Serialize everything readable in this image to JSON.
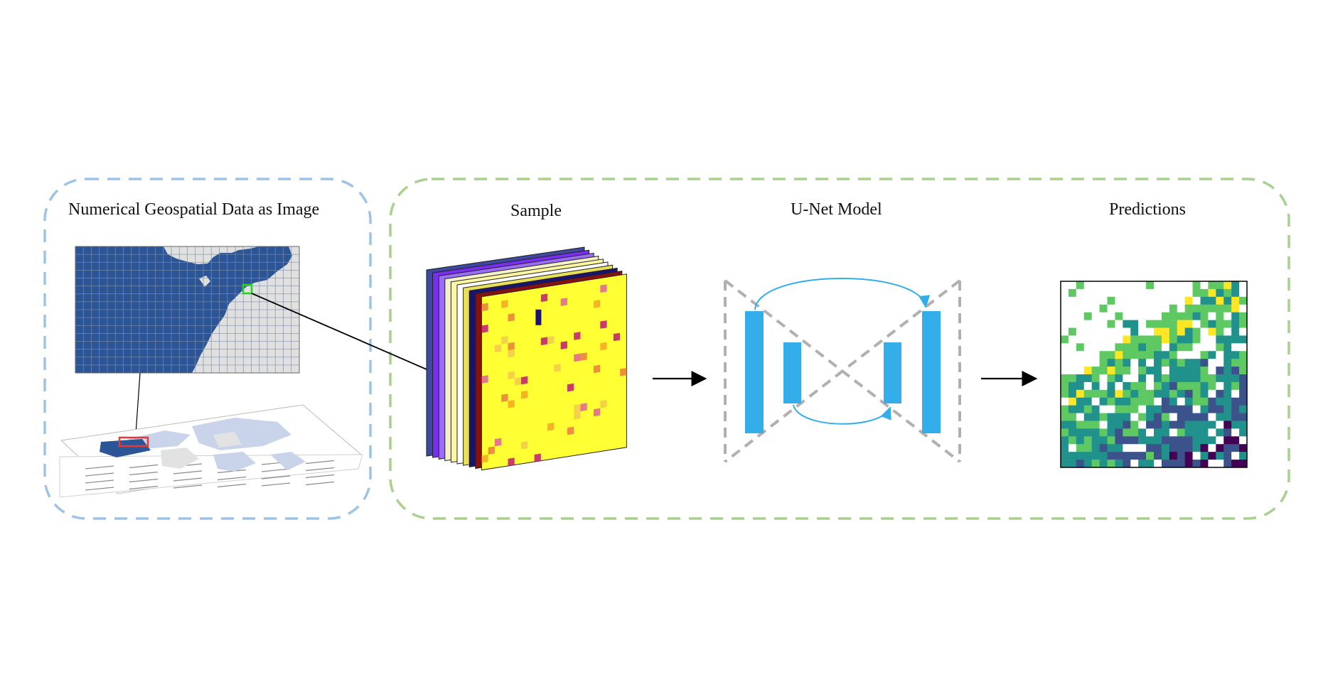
{
  "panels": {
    "left": {
      "title": "Numerical Geospatial Data as Image",
      "border_color": "#9dc3e6"
    },
    "right": {
      "border_color": "#a9d18e"
    }
  },
  "stages": {
    "sample": {
      "title": "Sample"
    },
    "model": {
      "title": "U-Net Model"
    },
    "predictions": {
      "title": "Predictions"
    }
  },
  "colors": {
    "map_land": "#2b5597",
    "grid_line": "#7f8fa8",
    "map_background": "#e0e0e0",
    "highlight_box": "#22d322",
    "region_box": "#e53935",
    "unet_block": "#33aeea",
    "unet_outline": "#b0b0b0",
    "skip_arrow": "#33aeea"
  },
  "sample_layer_colors": [
    "#3f47a0",
    "#7a2ff0",
    "#9b6cf7",
    "#f4f0c8",
    "#fff7a0",
    "#ffffff",
    "#e9e05a",
    "#1a1470",
    "#8a1010",
    "#ffff33"
  ],
  "prediction_palette": [
    "#ffffff",
    "#fde725",
    "#5ec962",
    "#21918c",
    "#3b528b",
    "#440154"
  ]
}
